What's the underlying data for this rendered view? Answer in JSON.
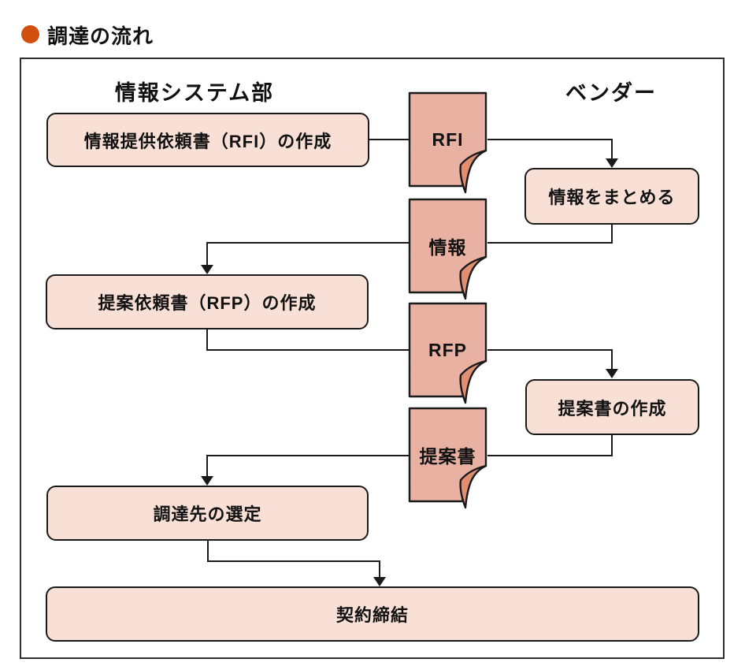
{
  "title": {
    "text": "調達の流れ"
  },
  "lanes": {
    "left": "情報システム部",
    "right": "ベンダー"
  },
  "flow": {
    "boxes": [
      {
        "label": "情報提供依頼書（RFI）の作成"
      },
      {
        "label": "情報をまとめる"
      },
      {
        "label": "提案依頼書（RFP）の作成"
      },
      {
        "label": "提案書の作成"
      },
      {
        "label": "調達先の選定"
      },
      {
        "label": "契約締結"
      }
    ],
    "documents": [
      {
        "label": "RFI"
      },
      {
        "label": "情報"
      },
      {
        "label": "RFP"
      },
      {
        "label": "提案書"
      }
    ]
  },
  "colors": {
    "bullet": "#d2500e",
    "box_fill": "#f8e0d6",
    "doc_fill": "#e9b1a1",
    "fold_fill": "#e08f73",
    "line": "#1a1a1a",
    "frame": "#2e2e2e"
  }
}
